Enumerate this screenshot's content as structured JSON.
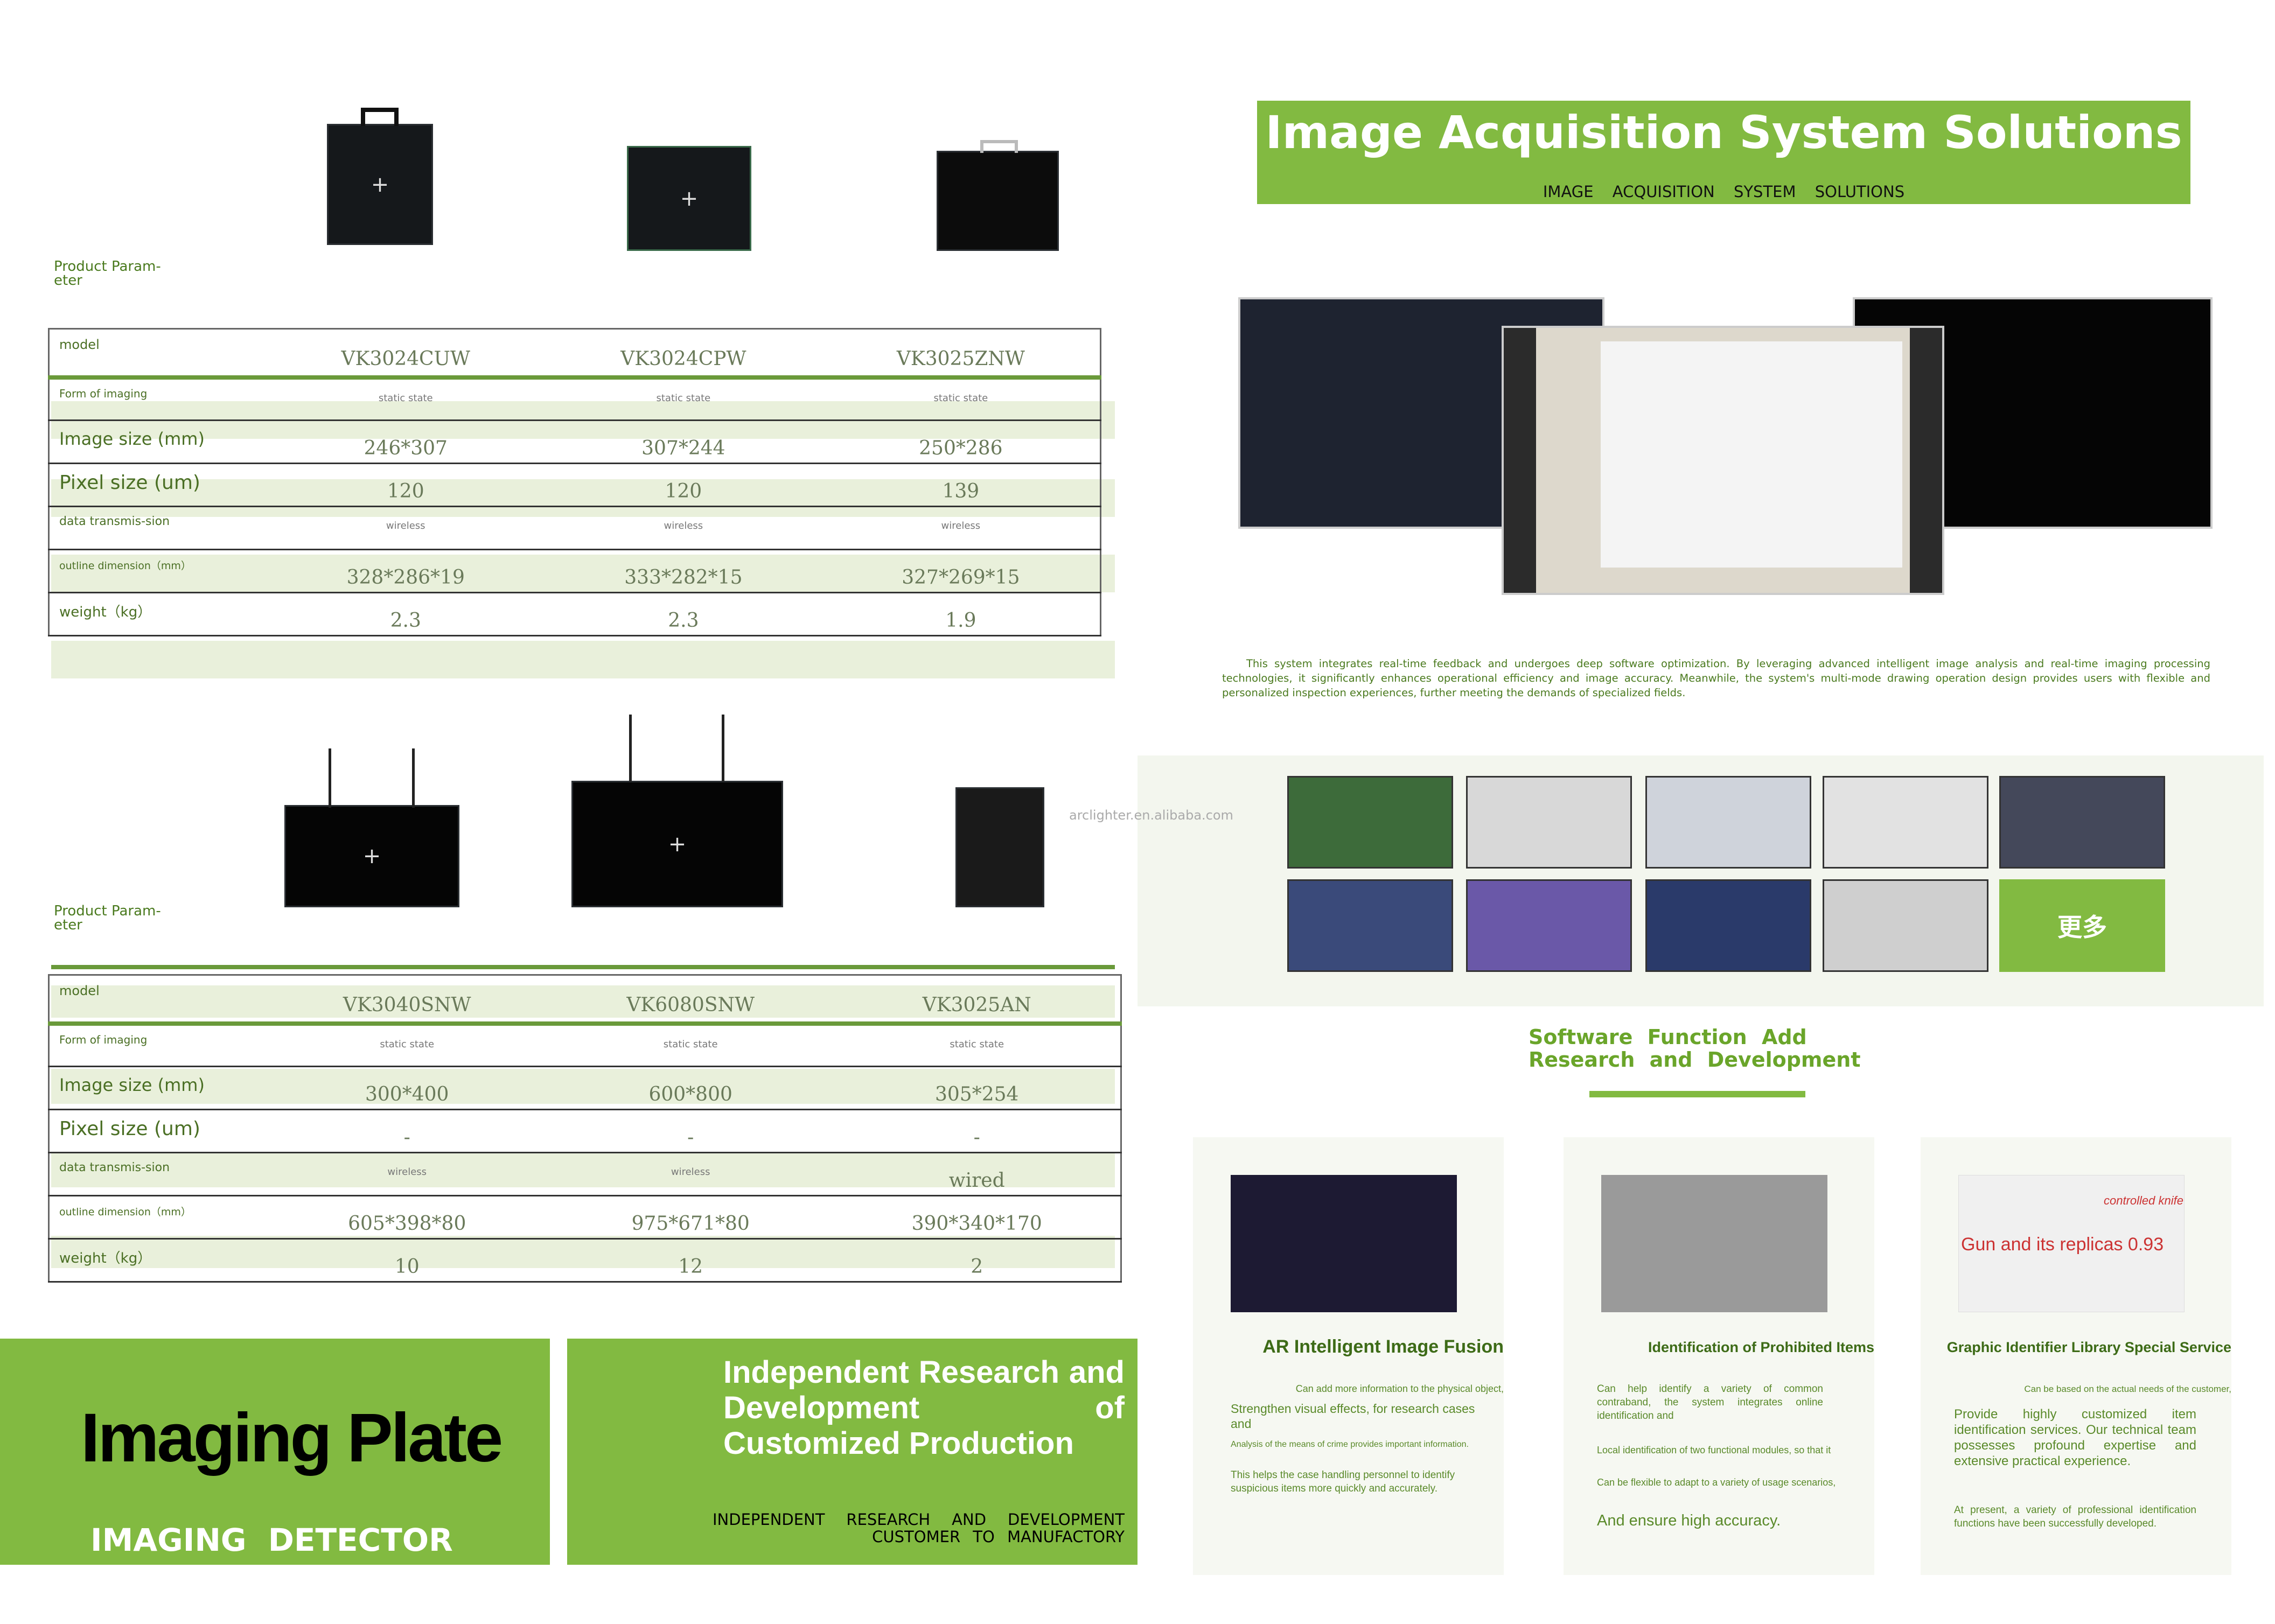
{
  "header": {
    "title": "Image Acquisition System Solutions",
    "subtitle": "IMAGE ACQUISITION SYSTEM SOLUTIONS"
  },
  "description": "This system integrates real-time feedback and undergoes deep software optimization. By leveraging advanced intelligent image analysis and real-time imaging processing technologies, it significantly enhances operational efficiency and image accuracy. Meanwhile, the system's multi-mode drawing operation design provides users with flexible and personalized inspection experiences, further meeting the demands of specialized fields.",
  "watermark": "arclighter.en.alibaba.com",
  "more_label": "更多",
  "section_title": "Software Function Add Research and Development",
  "product_param_label": "Product Param-eter",
  "row_labels": [
    "model",
    "Form of imaging",
    "Image size (mm)",
    "Pixel size (um)",
    "data transmis-sion",
    "outline dimension（mm）",
    "weight（kg）"
  ],
  "table1": [
    [
      "VK3024CUW",
      "VK3024CPW",
      "VK3025ZNW"
    ],
    [
      "static state",
      "static state",
      "static state"
    ],
    [
      "246*307",
      "307*244",
      "250*286"
    ],
    [
      "120",
      "120",
      "139"
    ],
    [
      "wireless",
      "wireless",
      "wireless"
    ],
    [
      "328*286*19",
      "333*282*15",
      "327*269*15"
    ],
    [
      "2.3",
      "2.3",
      "1.9"
    ]
  ],
  "table2": [
    [
      "VK3040SNW",
      "VK6080SNW",
      "VK3025AN"
    ],
    [
      "static state",
      "static state",
      "static state"
    ],
    [
      "300*400",
      "600*800",
      "305*254"
    ],
    [
      "-",
      "-",
      "-"
    ],
    [
      "wireless",
      "wireless",
      "wired"
    ],
    [
      "605*398*80",
      "975*671*80",
      "390*340*170"
    ],
    [
      "10",
      "12",
      "2"
    ]
  ],
  "banner1": {
    "title": "Imaging Plate",
    "subtitle": "IMAGING DETECTOR"
  },
  "banner2": {
    "title": "Independent Research and Development of Customized Production",
    "subtitle": "INDEPENDENT RESEARCH AND DEVELOPMENT CUSTOMER TO MANUFACTORY"
  },
  "cards": [
    {
      "title": "AR Intelligent Image Fusion",
      "lines": [
        "Can add more information to the physical object,",
        "Strengthen visual effects, for research cases and",
        "Analysis of the means of crime provides important information.",
        "This helps the case handling personnel to identify suspicious items more quickly and accurately."
      ]
    },
    {
      "title": "Identification of Prohibited Items",
      "lines": [
        "Can help identify a variety of common contraband, the system integrates online identification and",
        "Local identification of two functional modules, so that it",
        "Can be flexible to adapt to a variety of usage scenarios,",
        "And ensure high accuracy."
      ]
    },
    {
      "title": "Graphic Identifier Library Special Service",
      "lines": [
        "Can be based on the actual needs of the customer,",
        "Provide highly customized item identification services. Our technical team possesses profound expertise and extensive practical experience.",
        "At present, a variety of professional identification functions have been successfully developed."
      ],
      "overlay": "Gun and its replicas 0.93",
      "overlay2": "controlled knife"
    }
  ],
  "colors": {
    "brand_green": "#82ba41",
    "text_green": "#4a7a1e"
  }
}
